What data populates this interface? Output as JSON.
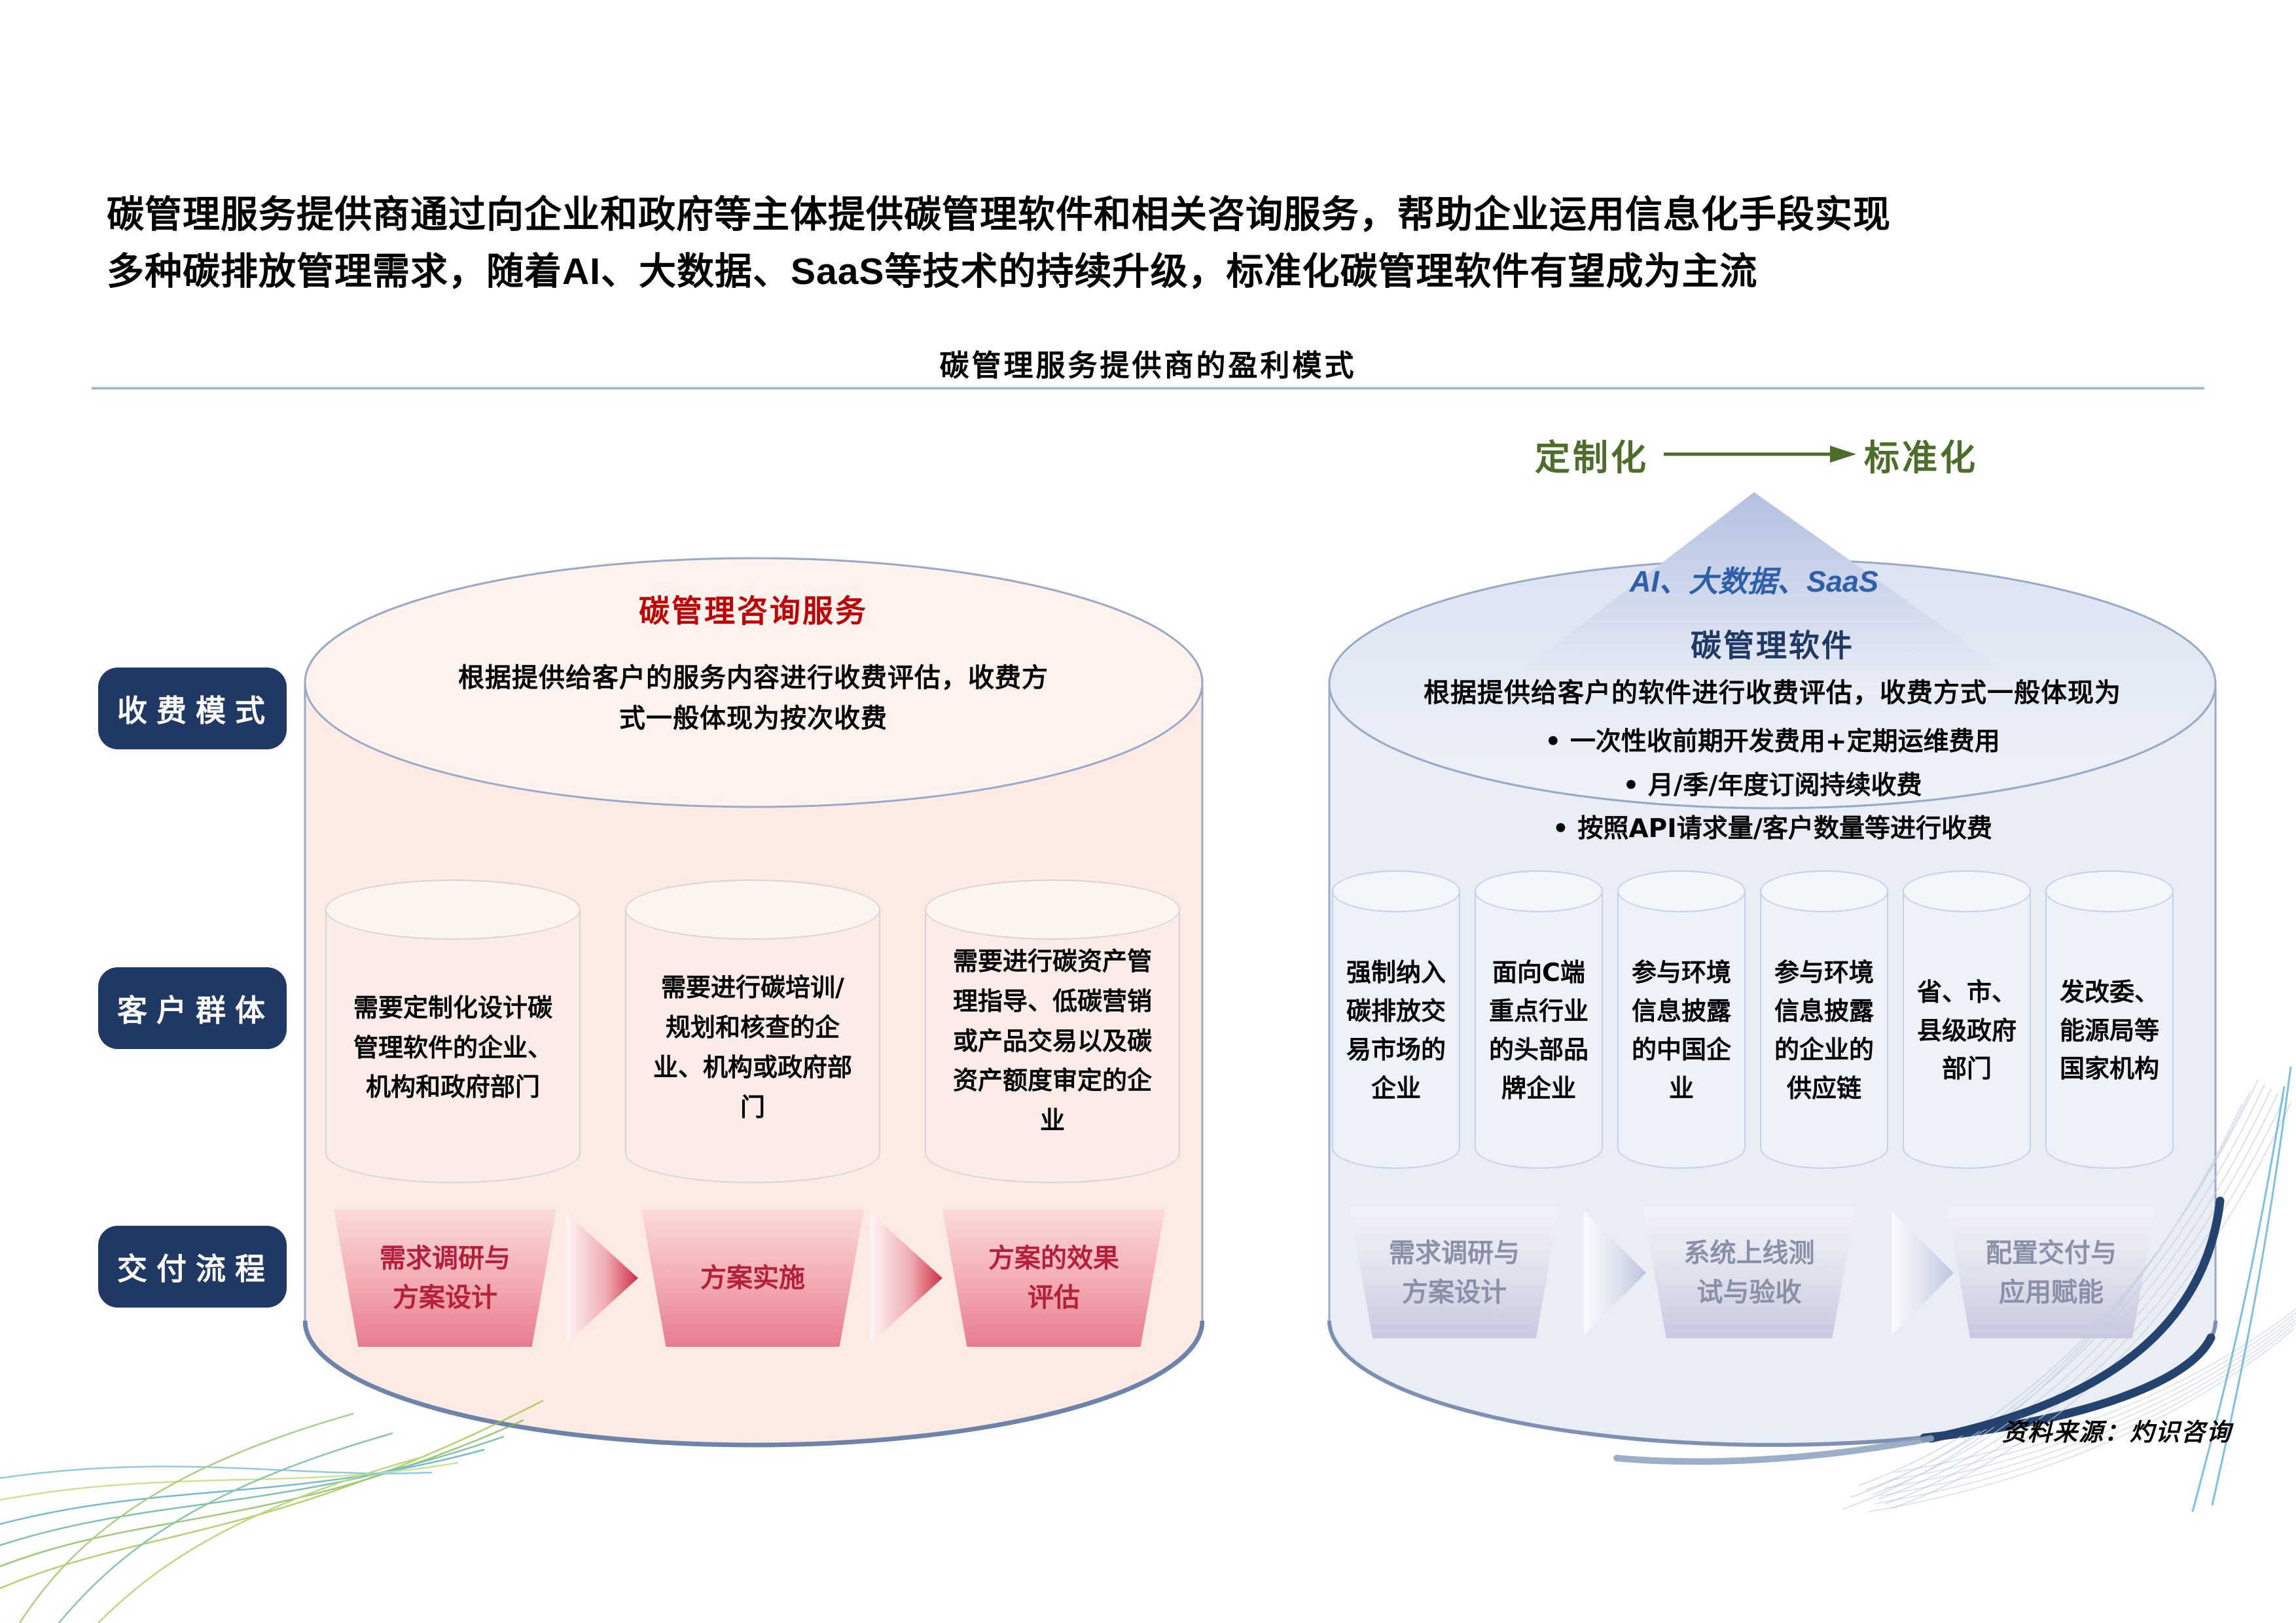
{
  "page": {
    "title_line1": "碳管理服务提供商通过向企业和政府等主体提供碳管理软件和相关咨询服务，帮助企业运用信息化手段实现",
    "title_line2_segments": [
      "多种碳排放管理需求，随着",
      "AI",
      "、大数据、",
      "SaaS",
      "等技术的持续升级，标准化碳管理软件有望成为主流"
    ],
    "subtitle": "碳管理服务提供商的盈利模式",
    "source": "资料来源：灼识咨询"
  },
  "axis": {
    "custom_label": "定制化",
    "standard_label": "标准化",
    "tech_label": "AI、大数据、SaaS"
  },
  "sidebar": {
    "items": [
      "收费模式",
      "客户群体",
      "交付流程"
    ]
  },
  "consulting": {
    "title": "碳管理咨询服务",
    "fee_desc": "根据提供给客户的服务内容进行收费评估，收费方式一般体现为按次收费",
    "customers": [
      "需要定制化设计碳管理软件的企业、机构和政府部门",
      "需要进行碳培训/规划和核查的企业、机构或政府部门",
      "需要进行碳资产管理指导、低碳营销或产品交易以及碳资产额度审定的企业"
    ],
    "process": [
      "需求调研与方案设计",
      "方案实施",
      "方案的效果评估"
    ]
  },
  "software": {
    "title": "碳管理软件",
    "fee_intro": "根据提供给客户的软件进行收费评估，收费方式一般体现为",
    "fee_bullets": [
      "•  一次性收前期开发费用+定期运维费用",
      "•  月/季/年度订阅持续收费",
      "•  按照API请求量/客户数量等进行收费"
    ],
    "customers": [
      "强制纳入碳排放交易市场的企业",
      "面向C端重点行业的头部品牌企业",
      "参与环境信息披露的中国企业",
      "参与环境信息披露的企业的供应链",
      "省、市、县级政府部门",
      "发改委、能源局等国家机构"
    ],
    "process": [
      "需求调研与方案设计",
      "系统上线测试与验收",
      "配置交付与应用赋能"
    ]
  },
  "colors": {
    "navy": "#1f3864",
    "red_title": "#c00000",
    "green": "#4d6e2b",
    "tech_blue": "#2e5fa8",
    "pink_body": "#fcebe5",
    "blue_body": "#e9edf6"
  }
}
